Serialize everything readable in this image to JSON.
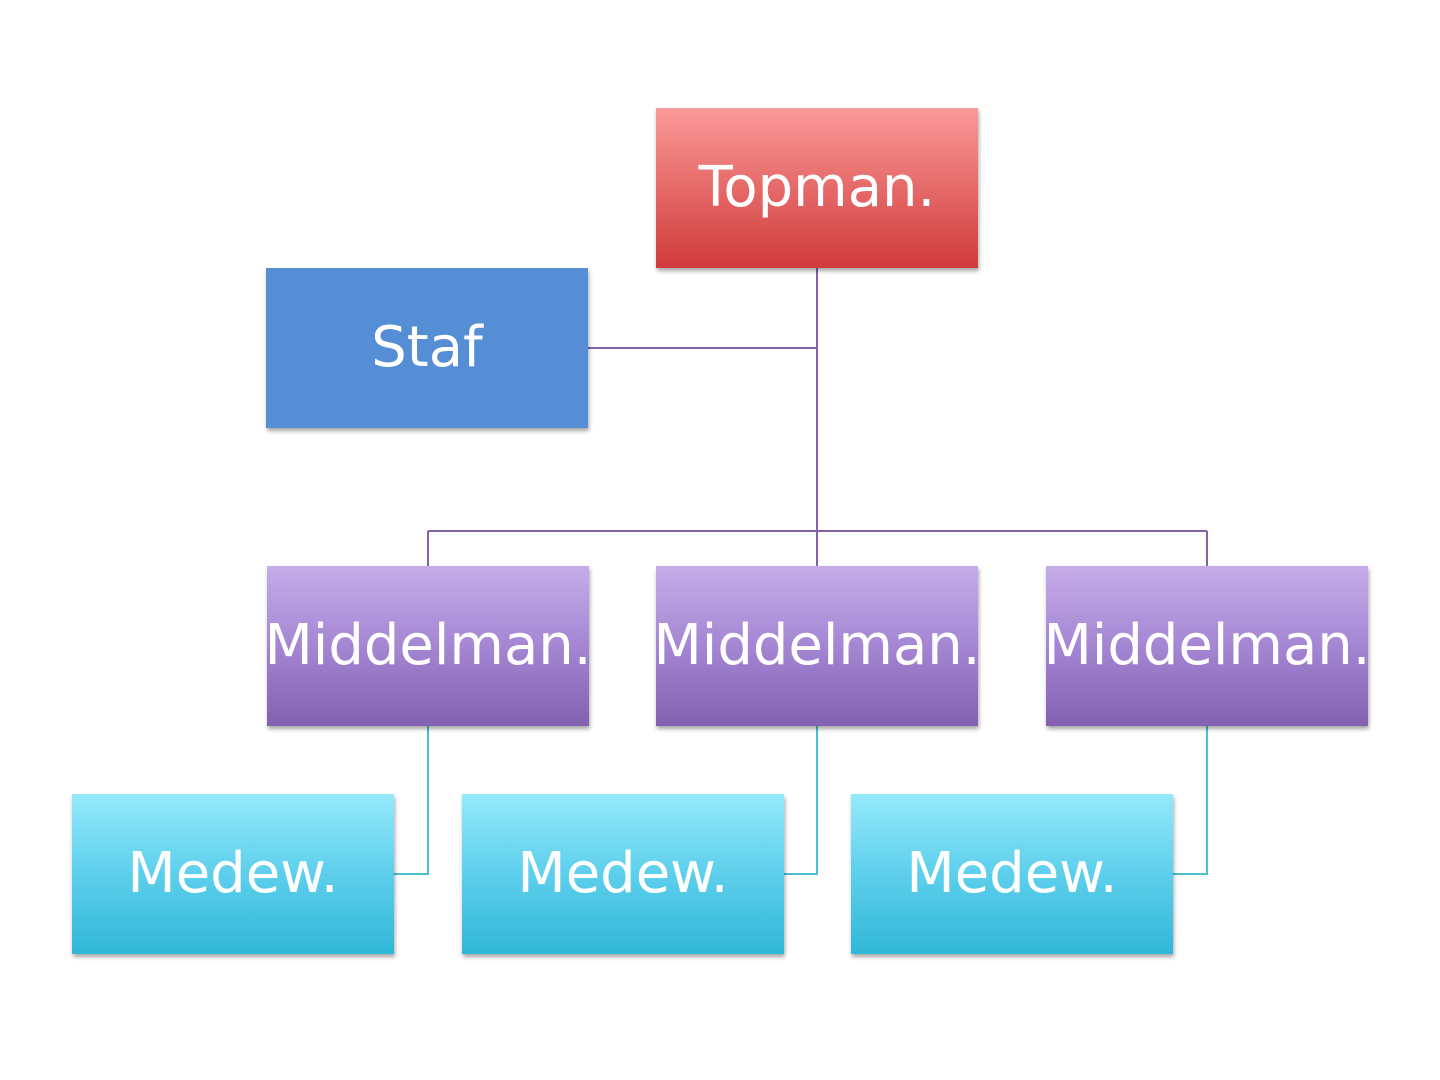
{
  "diagram": {
    "top": {
      "label": "Topman."
    },
    "staff": {
      "label": "Staf"
    },
    "middle": [
      {
        "label": "Middelman."
      },
      {
        "label": "Middelman."
      },
      {
        "label": "Middelman."
      }
    ],
    "workers": [
      {
        "label": "Medew."
      },
      {
        "label": "Medew."
      },
      {
        "label": "Medew."
      }
    ]
  },
  "colors": {
    "top_box": "#d03b3b",
    "staff_box": "#558ed5",
    "middle_box": "#8360b0",
    "worker_box": "#31b7d8",
    "line_top": "#8363a8",
    "line_worker": "#4bbfd6"
  }
}
